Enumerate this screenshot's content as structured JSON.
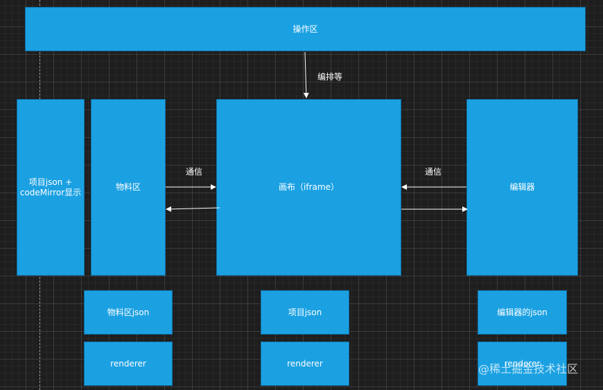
{
  "colors": {
    "background": "#1e1e1e",
    "box_fill": "#1ba1e2",
    "box_border": "#0f6fa6",
    "text": "#ffffff",
    "arrow": "#ffffff"
  },
  "nodes": {
    "operation_area": "操作区",
    "project_json_line1": "项目json +",
    "project_json_line2": "codeMirror显示",
    "material_area": "物料区",
    "canvas": "画布（iframe）",
    "editor": "编辑器",
    "material_json": "物料区json",
    "material_renderer": "renderer",
    "project_json": "项目json",
    "project_renderer": "renderer",
    "editor_json": "编辑器的json",
    "editor_renderer": "renderer"
  },
  "edges": {
    "arrange_label": "编排等",
    "comm_left_label": "通信",
    "comm_right_label": "通信"
  },
  "watermark": "@稀土掘金技术社区"
}
